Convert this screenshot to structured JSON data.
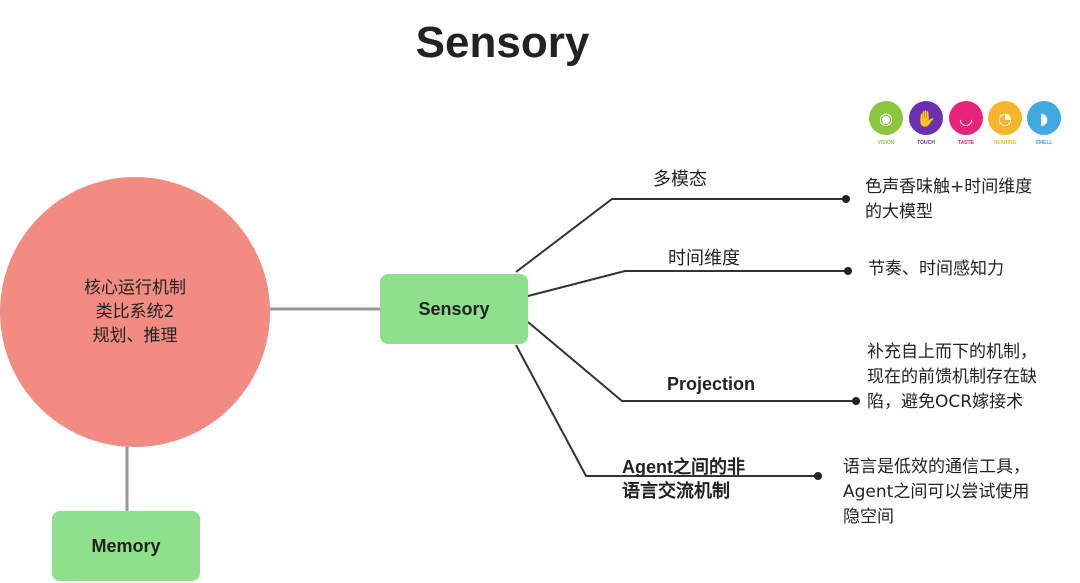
{
  "title": "Sensory",
  "core": {
    "lines": [
      "核心运行机制",
      "类比系统2",
      "规划、推理"
    ],
    "color": "#f28b82"
  },
  "center_node": {
    "label": "Sensory",
    "color": "#8ee08b"
  },
  "memory_node": {
    "label": "Memory",
    "color": "#8ee08b"
  },
  "branches": [
    {
      "label_lines": [
        "多模态"
      ],
      "leaf_lines": [
        "色声香味触+时间维度",
        "的大模型"
      ]
    },
    {
      "label_lines": [
        "时间维度"
      ],
      "leaf_lines": [
        "节奏、时间感知力"
      ]
    },
    {
      "label_lines": [
        "Projection"
      ],
      "leaf_lines": [
        "补充自上而下的机制，",
        "现在的前馈机制存在缺",
        "陷，避免OCR嫁接术"
      ]
    },
    {
      "label_lines": [
        "Agent之间的非",
        "语言交流机制"
      ],
      "leaf_lines": [
        "语言是低效的通信工具，",
        "Agent之间可以尝试使用",
        "隐空间"
      ]
    }
  ],
  "senses": [
    {
      "icon": "eye-icon",
      "glyph": "◉",
      "color": "#8cc63f",
      "label": "VISION"
    },
    {
      "icon": "hand-icon",
      "glyph": "✋",
      "color": "#6a2fb3",
      "label": "TOUCH"
    },
    {
      "icon": "mouth-icon",
      "glyph": "◡",
      "color": "#e8237a",
      "label": "TASTE"
    },
    {
      "icon": "ear-icon",
      "glyph": "◔",
      "color": "#f7b52c",
      "label": "HEARING"
    },
    {
      "icon": "nose-icon",
      "glyph": "◗",
      "color": "#3fa9e0",
      "label": "SMELL"
    }
  ]
}
